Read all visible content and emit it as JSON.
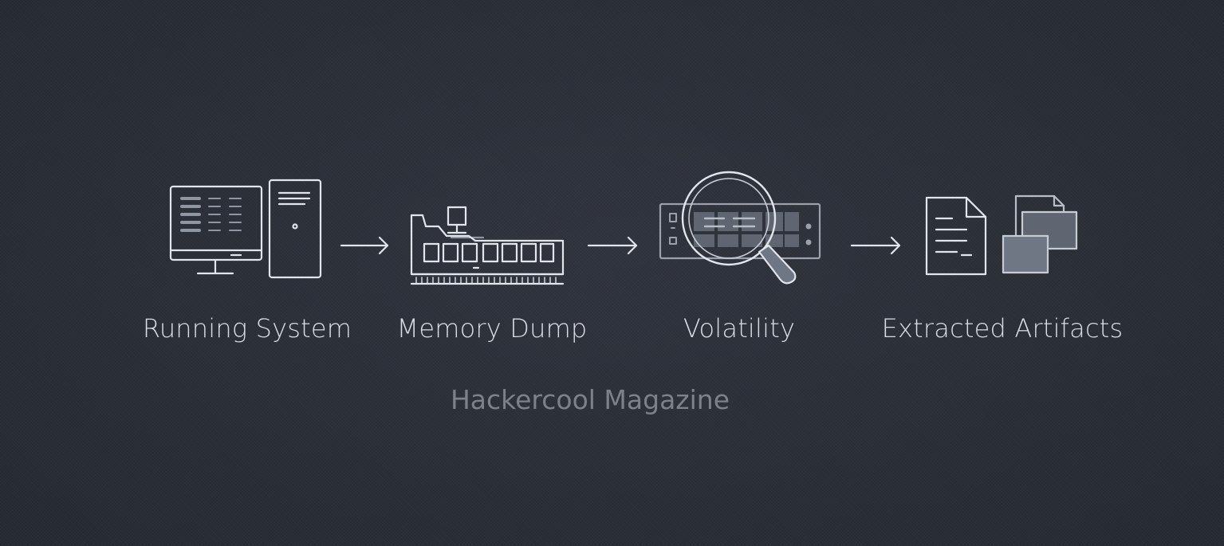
{
  "stages": [
    {
      "label": "Running System",
      "icon": "computer-icon"
    },
    {
      "label": "Memory Dump",
      "icon": "memory-module-icon"
    },
    {
      "label": "Volatility",
      "icon": "magnifying-glass-icon"
    },
    {
      "label": "Extracted Artifacts",
      "icon": "documents-icon"
    }
  ],
  "brand": "Hackercool Magazine",
  "colors": {
    "background": "#2b2f38",
    "line": "#e2e6ec",
    "label_text": "#d9dde3",
    "brand_text": "#7d818a",
    "fill_accent": "#6f7784"
  }
}
